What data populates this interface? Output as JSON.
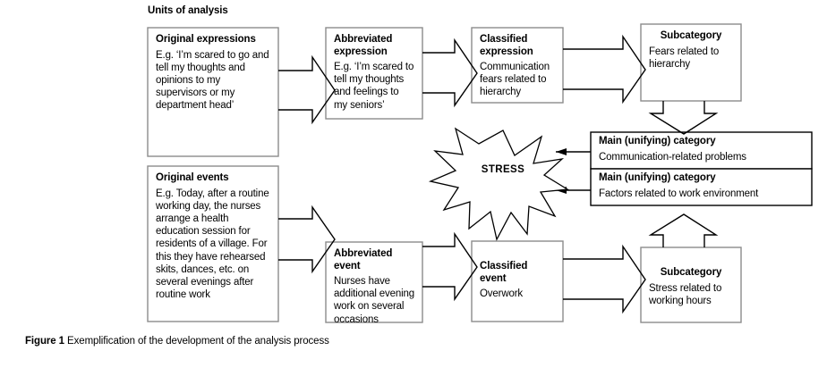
{
  "figure": {
    "units_label": "Units of analysis",
    "caption_label": "Figure 1",
    "caption_text": "Exemplification of the development of the analysis process",
    "center_node_label": "STRESS",
    "stroke_color": "#000000",
    "box_stroke_color": "#8c8c8c",
    "background_color": "#ffffff"
  },
  "nodes": {
    "original_expressions": {
      "title": "Original expressions",
      "body": "E.g. ‘I’m scared to go and tell my thoughts and opinions to my supervisors or my department head’"
    },
    "abbreviated_expression": {
      "title": "Abbreviated\nexpression",
      "body": "E.g. ‘I’m scared to tell my thoughts and feelings to my seniors’"
    },
    "classified_expression": {
      "title": "Classified\nexpression",
      "body": "Communication fears related to hierarchy"
    },
    "subcategory_top": {
      "title": "Subcategory",
      "body": "Fears related to hierarchy"
    },
    "main_category_1": {
      "title": "Main (unifying) category",
      "body": "Communication-related problems"
    },
    "main_category_2": {
      "title": "Main (unifying) category",
      "body": "Factors related to work environment"
    },
    "original_events": {
      "title": "Original events",
      "body": "E.g. Today, after a routine working day, the nurses arrange a health education session for residents of a village. For this they have rehearsed skits, dances, etc. on several evenings after routine work"
    },
    "abbreviated_event": {
      "title": "Abbreviated\nevent",
      "body": "Nurses have additional evening work on several occasions"
    },
    "classified_event": {
      "title": "Classified\nevent",
      "body": "Overwork"
    },
    "subcategory_bottom": {
      "title": "Subcategory",
      "body": "Stress related to working hours"
    }
  }
}
